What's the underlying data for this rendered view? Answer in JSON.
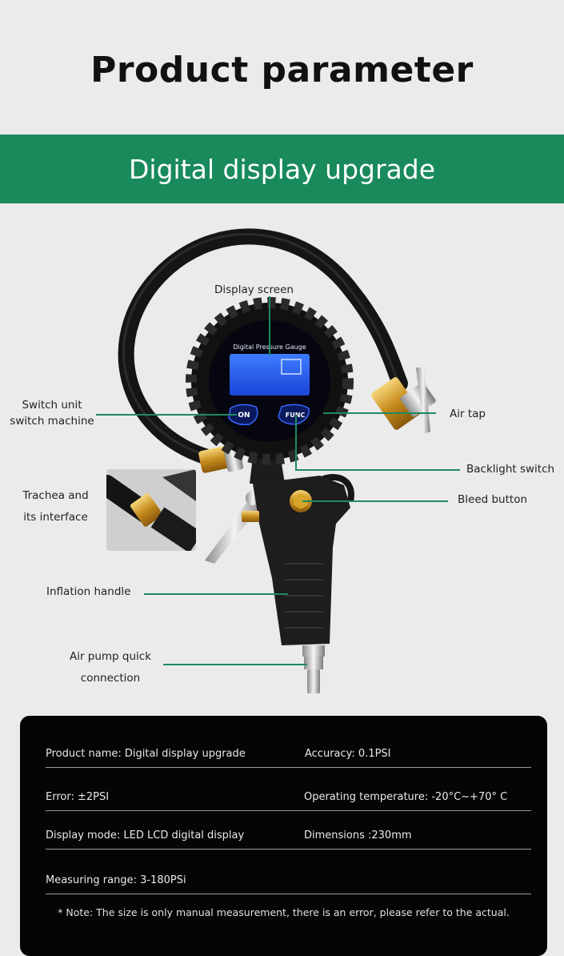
{
  "page": {
    "title": "Product parameter",
    "banner": "Digital display upgrade"
  },
  "gauge": {
    "label": "Digital Pressure Gauge",
    "on_label": "ON",
    "func_label": "FUNC"
  },
  "callouts": {
    "display_screen": "Display screen",
    "switch_unit_line1": "Switch unit",
    "switch_unit_line2": "switch machine",
    "air_tap": "Air tap",
    "backlight_switch": "Backlight switch",
    "bleed_button": "Bleed button",
    "trachea_line1": "Trachea and",
    "trachea_line2": "its interface",
    "inflation_handle": "Inflation handle",
    "air_pump_line1": "Air pump quick",
    "air_pump_line2": "connection"
  },
  "specs": {
    "rows": [
      {
        "left": "Product name: Digital display upgrade",
        "right": "Accuracy: 0.1PSI"
      },
      {
        "left": "Error: ±2PSI",
        "right": "Operating temperature: -20°C~+70° C"
      },
      {
        "left": "Display mode: LED LCD digital display",
        "right": "Dimensions :230mm"
      },
      {
        "left": "Measuring range: 3-180PSi",
        "right": ""
      }
    ],
    "note": "* Note: The size is only manual measurement, there is an error, please refer to the actual."
  },
  "colors": {
    "banner": "#198a5c",
    "callout_line": "#1e8a60",
    "panel": "#050505"
  }
}
